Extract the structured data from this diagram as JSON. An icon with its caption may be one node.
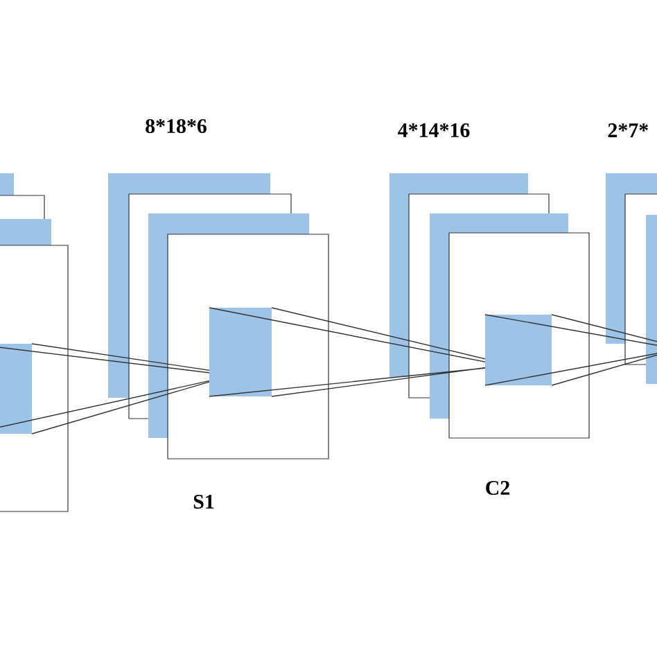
{
  "diagram": {
    "labels": [
      "8*18*6",
      "4*14*16",
      "2*7*",
      "S1",
      "C2"
    ]
  }
}
